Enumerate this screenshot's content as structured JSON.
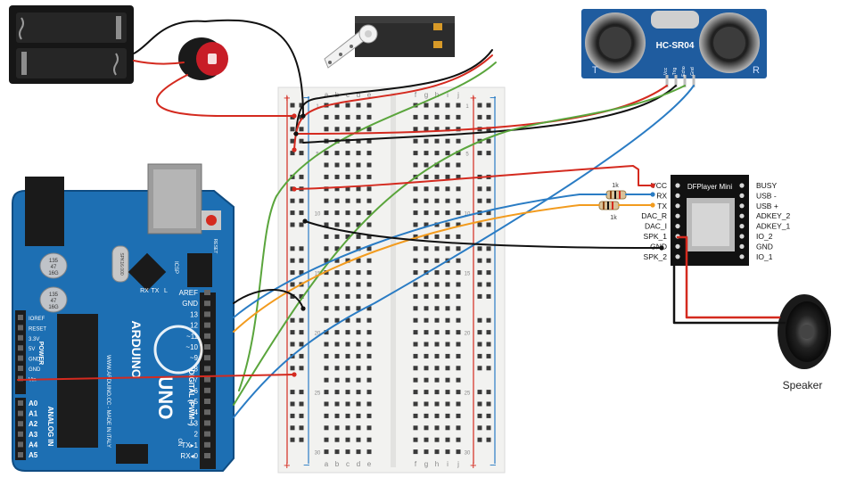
{
  "arduino": {
    "brand": "ARDUINO",
    "model": "UNO",
    "side_text": "WWW.ARDUINO.CC - MADE IN ITALY",
    "digital_label": "DIGITAL (PWM~)",
    "power_label": "POWER",
    "analog_label": "ANALOG IN",
    "on_label": "ON",
    "icsp_label": "ICSP",
    "tx_label": "TX",
    "rx_label": "RX",
    "l_label": "L",
    "reset_label": "RESET",
    "crystal_label": "SPK16.000",
    "cap_top": "135\n47\n16G",
    "digital_pins": [
      "AREF",
      "GND",
      "13",
      "12",
      "~11",
      "~10",
      "~9",
      "8",
      "7",
      "~6",
      "~5",
      "4",
      "~3",
      "2",
      "TX▸1",
      "RX◂0"
    ],
    "power_pins": [
      "IOREF",
      "RESET",
      "3.3V",
      "5V",
      "GND",
      "GND",
      "Vin"
    ],
    "analog_pins": [
      "A0",
      "A1",
      "A2",
      "A3",
      "A4",
      "A5"
    ]
  },
  "breadboard": {
    "col_letters_left": [
      "a",
      "b",
      "c",
      "d",
      "e"
    ],
    "col_letters_right": [
      "f",
      "g",
      "h",
      "i",
      "j"
    ],
    "plus_sign": "+",
    "minus_sign": "−",
    "row_numbers": [
      "1",
      "5",
      "10",
      "15",
      "20",
      "25",
      "30"
    ]
  },
  "hcsr04": {
    "label": "HC-SR04",
    "pins": [
      "Vcc",
      "Trig",
      "Echo",
      "Gnd"
    ],
    "corner_left": "T",
    "corner_right": "R"
  },
  "dfplayer": {
    "title": "DFPlayer Mini",
    "left_pins": [
      "VCC",
      "RX",
      "TX",
      "DAC_R",
      "DAC_I",
      "SPK_1",
      "GND",
      "SPK_2"
    ],
    "right_pins": [
      "BUSY",
      "USB -",
      "USB +",
      "ADKEY_2",
      "ADKEY_1",
      "IO_2",
      "GND",
      "IO_1"
    ],
    "resistor_label": "1k"
  },
  "speaker": {
    "label": "Speaker"
  },
  "colors": {
    "board_blue": "#1d6fb3",
    "wire_red": "#d42a1f",
    "wire_black": "#111111",
    "wire_green": "#5aa53c",
    "wire_blue": "#2a7cc4",
    "wire_orange": "#f29b1e",
    "breadboard": "#f2f2f0"
  },
  "icons": [
    "battery-holder-icon",
    "power-switch-icon",
    "servo-motor-icon",
    "ultrasonic-sensor-icon",
    "speaker-icon"
  ]
}
